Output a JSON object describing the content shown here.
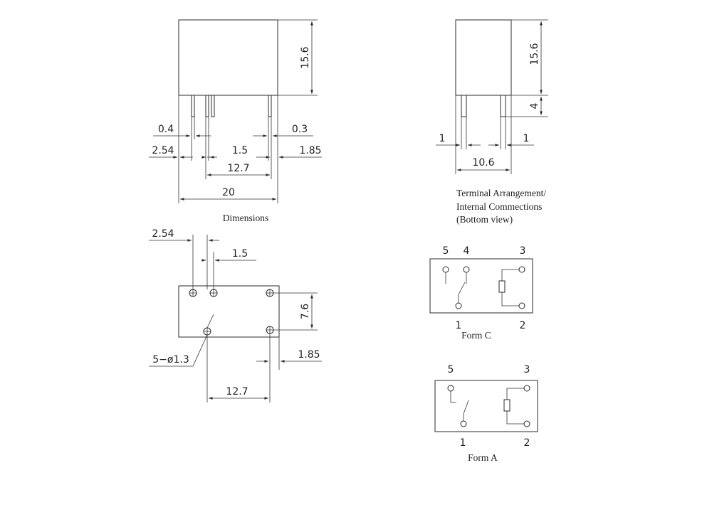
{
  "front_view": {
    "dims": {
      "height": "15.6",
      "pin_width": "0.4",
      "pin_thickness": "0.3",
      "edge_left": "2.54",
      "pin_gap": "1.5",
      "edge_right": "1.85",
      "pin_span": "12.7",
      "body_length": "20"
    },
    "caption": "Dimensions"
  },
  "side_view": {
    "dims": {
      "height": "15.6",
      "pin_length": "4",
      "pin_left": "1",
      "pin_right": "1",
      "body_width": "10.6"
    },
    "caption_lines": [
      "Terminal Arrangement/",
      "Internal Commections",
      "(Bottom view)"
    ]
  },
  "pcb_layout": {
    "dims": {
      "edge_left": "2.54",
      "pin_gap": "1.5",
      "row_pitch": "7.6",
      "hole": "5−ø1.3",
      "edge_right": "1.85",
      "pin_span": "12.7"
    }
  },
  "form_c": {
    "top_pins": [
      "5",
      "4",
      "3"
    ],
    "bottom_pins": [
      "1",
      "2"
    ],
    "caption": "Form C"
  },
  "form_a": {
    "top_pins": [
      "5",
      "3"
    ],
    "bottom_pins": [
      "1",
      "2"
    ],
    "caption": "Form A"
  }
}
